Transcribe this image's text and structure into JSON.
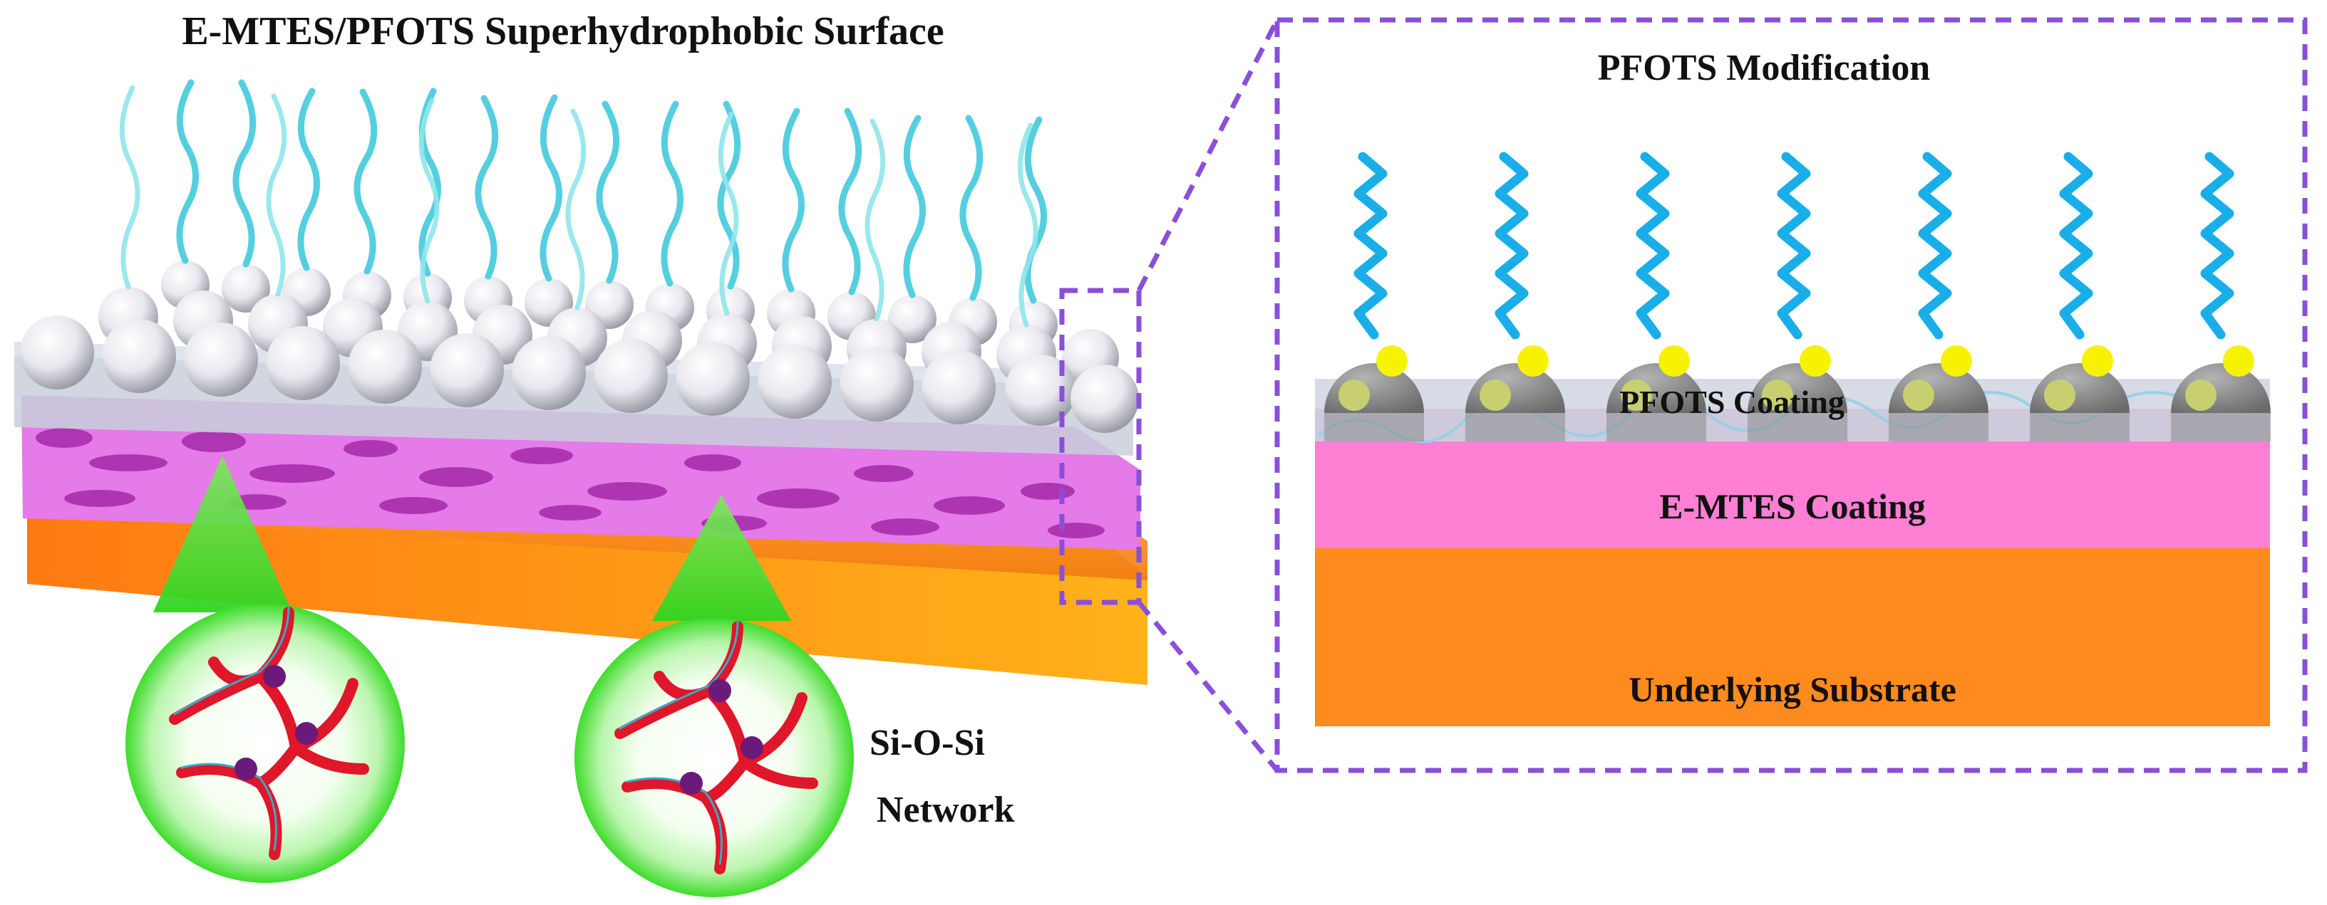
{
  "title": "E-MTES/PFOTS Superhydrophobic Surface",
  "inset": {
    "title": "PFOTS Modification",
    "layers": {
      "pfots": "PFOTS Coating",
      "emtes": "E-MTES Coating",
      "substrate": "Underlying Substrate"
    }
  },
  "network_label": {
    "line1": "Si-O-Si",
    "line2": "Network"
  },
  "colors": {
    "chain_blue": "#19aee8",
    "chain_cyan": "#8fe6ea",
    "pink_layer": "#ff7fd4",
    "magenta_foam": "#d04ad8",
    "orange_substrate": "#ff8a1e",
    "dash_purple": "#8a4fd8",
    "bubble_green": "#39e02a",
    "network_red": "#e0162a",
    "node_purple": "#6a1a7a",
    "particle_gray": "#8a8a8a",
    "particle_yellow": "#f7f200"
  }
}
